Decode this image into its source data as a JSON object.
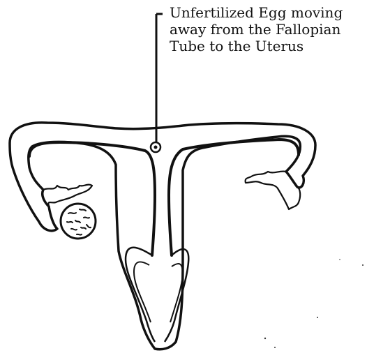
{
  "annotation": {
    "lines": [
      "Unfertilized Egg moving",
      "away from the Fallopian",
      "Tube to the Uterus"
    ]
  },
  "colors": {
    "ink": "#111111",
    "background": "#ffffff"
  }
}
